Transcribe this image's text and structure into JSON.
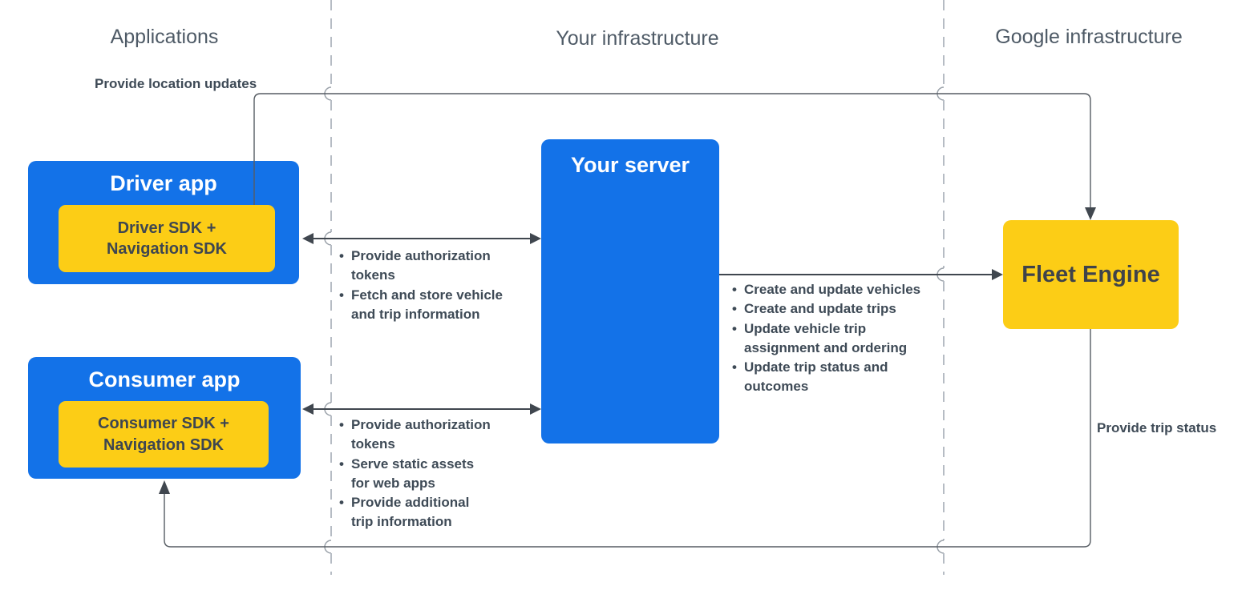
{
  "headers": {
    "applications": "Applications",
    "your_infrastructure": "Your infrastructure",
    "google_infrastructure": "Google infrastructure"
  },
  "boxes": {
    "driver_app": {
      "title": "Driver app",
      "sdk": "Driver SDK +\nNavigation SDK"
    },
    "consumer_app": {
      "title": "Consumer app",
      "sdk": "Consumer SDK +\nNavigation SDK"
    },
    "your_server": {
      "title": "Your server"
    },
    "fleet_engine": {
      "title": "Fleet Engine"
    }
  },
  "edge_labels": {
    "provide_location_updates": "Provide location updates",
    "provide_trip_status": "Provide trip status"
  },
  "annotations": {
    "driver_server": {
      "items": [
        "Provide authorization\ntokens",
        "Fetch and store vehicle\nand trip information"
      ]
    },
    "consumer_server": {
      "items": [
        "Provide authorization\ntokens",
        "Serve static assets\nfor web apps",
        "Provide additional\ntrip information"
      ]
    },
    "server_fleet": {
      "items": [
        "Create and update vehicles",
        "Create and update trips",
        "Update vehicle trip\nassignment and ordering",
        "Update trip status and\noutcomes"
      ]
    }
  },
  "colors": {
    "app_blue": "#1372e8",
    "sdk_yellow": "#fccd16",
    "connector_dark": "#40474f",
    "connector_light": "#565c63",
    "dashed_divider": "#b6bcc4",
    "text_dark": "#3e4a56",
    "header_gray": "#4e5a66",
    "title_white": "#ffffff"
  }
}
